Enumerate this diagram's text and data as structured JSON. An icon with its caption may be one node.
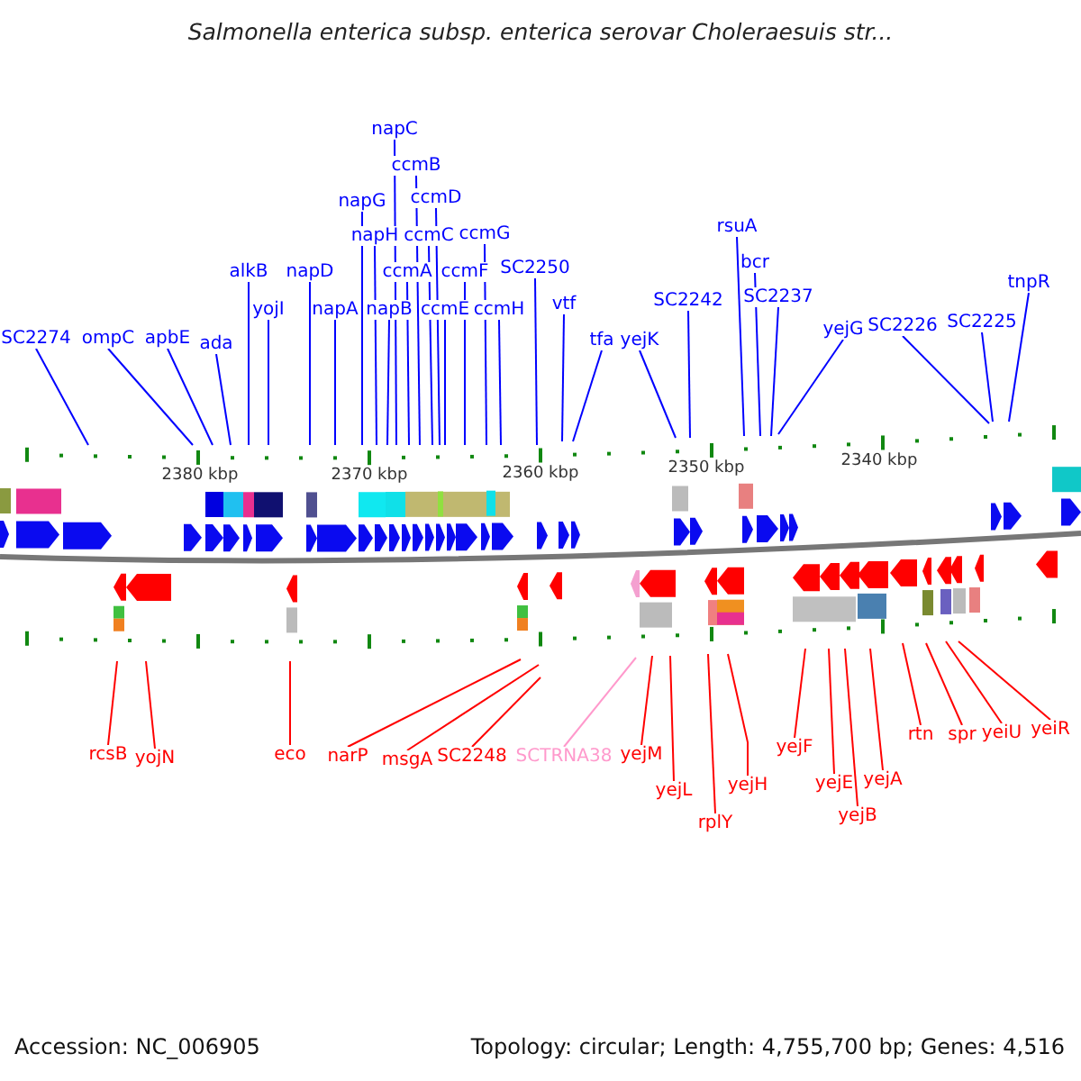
{
  "diagram": {
    "title": "Salmonella enterica subsp. enterica serovar Choleraesuis str...",
    "nodes": [
      {
        "text": [
          "SC2274"
        ]
      },
      {
        "text": [
          "ompC"
        ]
      },
      {
        "text": [
          "apbE"
        ]
      },
      {
        "text": [
          "ada"
        ]
      },
      {
        "text": [
          "alkB"
        ]
      },
      {
        "text": [
          "yojI"
        ]
      },
      {
        "text": [
          "napD"
        ]
      },
      {
        "text": [
          "napA"
        ]
      },
      {
        "text": [
          "napG"
        ]
      },
      {
        "text": [
          "napH"
        ]
      },
      {
        "text": [
          "napB"
        ]
      },
      {
        "text": [
          "napC"
        ]
      },
      {
        "text": [
          "ccmA"
        ]
      },
      {
        "text": [
          "ccmB"
        ]
      },
      {
        "text": [
          "ccmC"
        ]
      },
      {
        "text": [
          "ccmD"
        ]
      },
      {
        "text": [
          "ccmE"
        ]
      },
      {
        "text": [
          "ccmF"
        ]
      },
      {
        "text": [
          "ccmG"
        ]
      },
      {
        "text": [
          "ccmH"
        ]
      },
      {
        "text": [
          "SC2250"
        ]
      },
      {
        "text": [
          "vtf"
        ]
      },
      {
        "text": [
          "tfa"
        ]
      },
      {
        "text": [
          "yejK"
        ]
      },
      {
        "text": [
          "SC2242"
        ]
      },
      {
        "text": [
          "rsuA"
        ]
      },
      {
        "text": [
          "bcr"
        ]
      },
      {
        "text": [
          "SC2237"
        ]
      },
      {
        "text": [
          "yejG"
        ]
      },
      {
        "text": [
          "SC2226"
        ]
      },
      {
        "text": [
          "SC2225"
        ]
      },
      {
        "text": [
          "tnpR"
        ]
      },
      {
        "text": [
          "rcsB"
        ]
      },
      {
        "text": [
          "yojN"
        ]
      },
      {
        "text": [
          "eco"
        ]
      },
      {
        "text": [
          "narP"
        ]
      },
      {
        "text": [
          "msgA"
        ]
      },
      {
        "text": [
          "SC2248"
        ]
      },
      {
        "text": [
          "SCTRNA38"
        ]
      },
      {
        "text": [
          "yejM"
        ]
      },
      {
        "text": [
          "yejL"
        ]
      },
      {
        "text": [
          "rplY"
        ]
      },
      {
        "text": [
          "yejH"
        ]
      },
      {
        "text": [
          "yejF"
        ]
      },
      {
        "text": [
          "yejE"
        ]
      },
      {
        "text": [
          "yejB"
        ]
      },
      {
        "text": [
          "yejA"
        ]
      },
      {
        "text": [
          "rtn"
        ]
      },
      {
        "text": [
          "spr"
        ]
      },
      {
        "text": [
          "yeiU"
        ]
      },
      {
        "text": [
          "yeiR"
        ]
      }
    ],
    "edges": [
      {
        "from": 0,
        "to": null,
        "arrow": "none"
      },
      {
        "from": 1,
        "to": null,
        "arrow": "none"
      },
      {
        "from": 2,
        "to": null,
        "arrow": "none"
      },
      {
        "from": 3,
        "to": null,
        "arrow": "none"
      },
      {
        "from": 4,
        "to": null,
        "arrow": "none"
      },
      {
        "from": 5,
        "to": null,
        "arrow": "none"
      },
      {
        "from": 6,
        "to": null,
        "arrow": "none"
      },
      {
        "from": 7,
        "to": null,
        "arrow": "none"
      },
      {
        "from": 8,
        "to": null,
        "arrow": "none"
      },
      {
        "from": 9,
        "to": null,
        "arrow": "none"
      },
      {
        "from": 10,
        "to": null,
        "arrow": "none"
      },
      {
        "from": 11,
        "to": null,
        "arrow": "none"
      },
      {
        "from": 12,
        "to": null,
        "arrow": "none"
      },
      {
        "from": 13,
        "to": null,
        "arrow": "none"
      },
      {
        "from": 14,
        "to": null,
        "arrow": "none"
      },
      {
        "from": 15,
        "to": null,
        "arrow": "none"
      },
      {
        "from": 16,
        "to": null,
        "arrow": "none"
      },
      {
        "from": 17,
        "to": null,
        "arrow": "none"
      },
      {
        "from": 18,
        "to": null,
        "arrow": "none"
      },
      {
        "from": 19,
        "to": null,
        "arrow": "none"
      },
      {
        "from": 20,
        "to": null,
        "arrow": "none"
      },
      {
        "from": 21,
        "to": null,
        "arrow": "none"
      },
      {
        "from": 22,
        "to": null,
        "arrow": "none"
      },
      {
        "from": 23,
        "to": null,
        "arrow": "none"
      },
      {
        "from": 24,
        "to": null,
        "arrow": "none"
      },
      {
        "from": 25,
        "to": null,
        "arrow": "none"
      },
      {
        "from": 26,
        "to": null,
        "arrow": "none"
      },
      {
        "from": 27,
        "to": null,
        "arrow": "none"
      },
      {
        "from": 28,
        "to": null,
        "arrow": "none"
      },
      {
        "from": 29,
        "to": null,
        "arrow": "none"
      },
      {
        "from": 30,
        "to": null,
        "arrow": "none"
      },
      {
        "from": 31,
        "to": null,
        "arrow": "none"
      },
      {
        "from": 32,
        "to": null,
        "arrow": "none",
        "color": "#ff0000"
      },
      {
        "from": 33,
        "to": null,
        "arrow": "none",
        "color": "#ff0000"
      },
      {
        "from": 34,
        "to": null,
        "arrow": "none",
        "color": "#ff0000"
      },
      {
        "from": 35,
        "to": null,
        "arrow": "none",
        "color": "#ff0000"
      },
      {
        "from": 36,
        "to": null,
        "arrow": "none",
        "color": "#ff0000"
      },
      {
        "from": 37,
        "to": null,
        "arrow": "none",
        "color": "#ff0000"
      },
      {
        "from": 38,
        "to": null,
        "arrow": "none",
        "color": "#ff99cc"
      },
      {
        "from": 39,
        "to": null,
        "arrow": "none",
        "color": "#ff0000"
      },
      {
        "from": 40,
        "to": null,
        "arrow": "none",
        "color": "#ff0000"
      },
      {
        "from": 41,
        "to": null,
        "arrow": "none",
        "color": "#ff0000"
      },
      {
        "from": 42,
        "to": null,
        "arrow": "none",
        "color": "#ff0000"
      },
      {
        "from": 43,
        "to": null,
        "arrow": "none",
        "color": "#ff0000"
      },
      {
        "from": 44,
        "to": null,
        "arrow": "none",
        "color": "#ff0000"
      },
      {
        "from": 45,
        "to": null,
        "arrow": "none",
        "color": "#ff0000"
      },
      {
        "from": 46,
        "to": null,
        "arrow": "none",
        "color": "#ff0000"
      },
      {
        "from": 47,
        "to": null,
        "arrow": "none",
        "color": "#ff0000"
      },
      {
        "from": 48,
        "to": null,
        "arrow": "none",
        "color": "#ff0000"
      },
      {
        "from": 49,
        "to": null,
        "arrow": "none",
        "color": "#ff0000"
      },
      {
        "from": 50,
        "to": null,
        "arrow": "none",
        "color": "#ff0000"
      }
    ],
    "labels": [
      "2380 kbp",
      "2370 kbp",
      "2360 kbp",
      "2350 kbp",
      "2340 kbp",
      "Accession: NC_006905",
      "Topology: circular; Length: 4,755,700 bp; Genes: 4,516"
    ]
  }
}
